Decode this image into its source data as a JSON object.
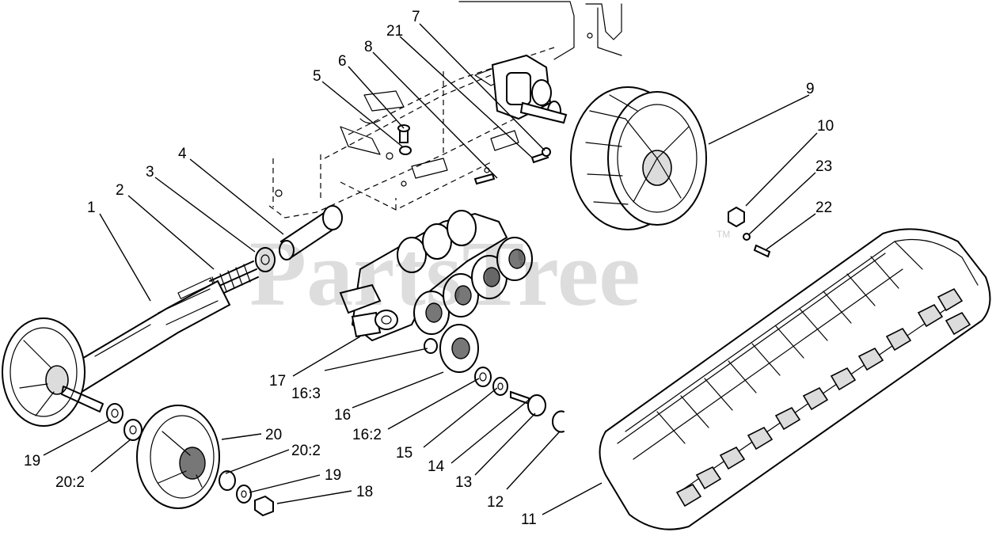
{
  "watermark": {
    "text": "PartsTree",
    "trademark": "TM"
  },
  "callouts": [
    {
      "id": "1",
      "text": "1"
    },
    {
      "id": "2",
      "text": "2"
    },
    {
      "id": "3",
      "text": "3"
    },
    {
      "id": "4",
      "text": "4"
    },
    {
      "id": "5",
      "text": "5"
    },
    {
      "id": "6",
      "text": "6"
    },
    {
      "id": "7",
      "text": "7"
    },
    {
      "id": "8",
      "text": "8"
    },
    {
      "id": "9",
      "text": "9"
    },
    {
      "id": "10",
      "text": "10"
    },
    {
      "id": "11",
      "text": "11"
    },
    {
      "id": "12",
      "text": "12"
    },
    {
      "id": "13",
      "text": "13"
    },
    {
      "id": "14",
      "text": "14"
    },
    {
      "id": "15",
      "text": "15"
    },
    {
      "id": "16",
      "text": "16"
    },
    {
      "id": "16_2",
      "text": "16:2"
    },
    {
      "id": "16_3",
      "text": "16:3"
    },
    {
      "id": "17",
      "text": "17"
    },
    {
      "id": "18",
      "text": "18"
    },
    {
      "id": "19_a",
      "text": "19"
    },
    {
      "id": "19_b",
      "text": "19"
    },
    {
      "id": "20",
      "text": "20"
    },
    {
      "id": "20_2_a",
      "text": "20:2"
    },
    {
      "id": "20_2_b",
      "text": "20:2"
    },
    {
      "id": "21",
      "text": "21"
    },
    {
      "id": "22",
      "text": "22"
    },
    {
      "id": "23",
      "text": "23"
    }
  ]
}
